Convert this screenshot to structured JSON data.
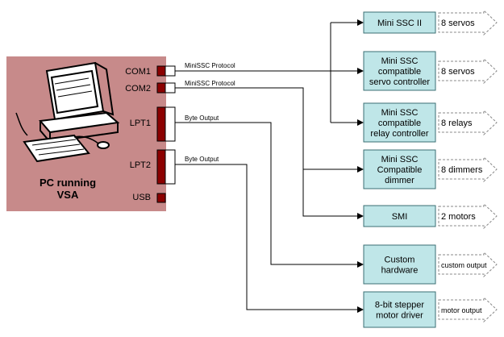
{
  "colors": {
    "pc_fill": "#c78a8a",
    "port_fill": "#8b0000",
    "device_fill": "#bfe6e8",
    "device_stroke": "#3b6f73",
    "arrow_stroke": "#888888"
  },
  "pc": {
    "title_line1": "PC running",
    "title_line2": "VSA",
    "icon": "computer-icon",
    "ports": {
      "com1": "COM1",
      "com2": "COM2",
      "lpt1": "LPT1",
      "lpt2": "LPT2",
      "usb": "USB"
    }
  },
  "wire_labels": {
    "com1": "MiniSSC Protocol",
    "com2": "MiniSSC Protocol",
    "lpt1": "Byte Output",
    "lpt2": "Byte Output"
  },
  "devices": [
    {
      "id": "mini-ssc-ii",
      "lines": [
        "Mini SSC II"
      ],
      "output": "8 servos"
    },
    {
      "id": "servo-controller",
      "lines": [
        "Mini SSC",
        "compatible",
        "servo controller"
      ],
      "output": "8 servos"
    },
    {
      "id": "relay-controller",
      "lines": [
        "Mini SSC",
        "compatible",
        "relay controller"
      ],
      "output": "8 relays"
    },
    {
      "id": "dimmer",
      "lines": [
        "Mini SSC",
        "Compatible",
        "dimmer"
      ],
      "output": "8 dimmers"
    },
    {
      "id": "smi",
      "lines": [
        "SMI"
      ],
      "output": "2 motors"
    },
    {
      "id": "custom-hardware",
      "lines": [
        "Custom",
        "hardware"
      ],
      "output": "custom output"
    },
    {
      "id": "stepper-driver",
      "lines": [
        "8-bit stepper",
        "motor driver"
      ],
      "output": "motor output"
    }
  ]
}
